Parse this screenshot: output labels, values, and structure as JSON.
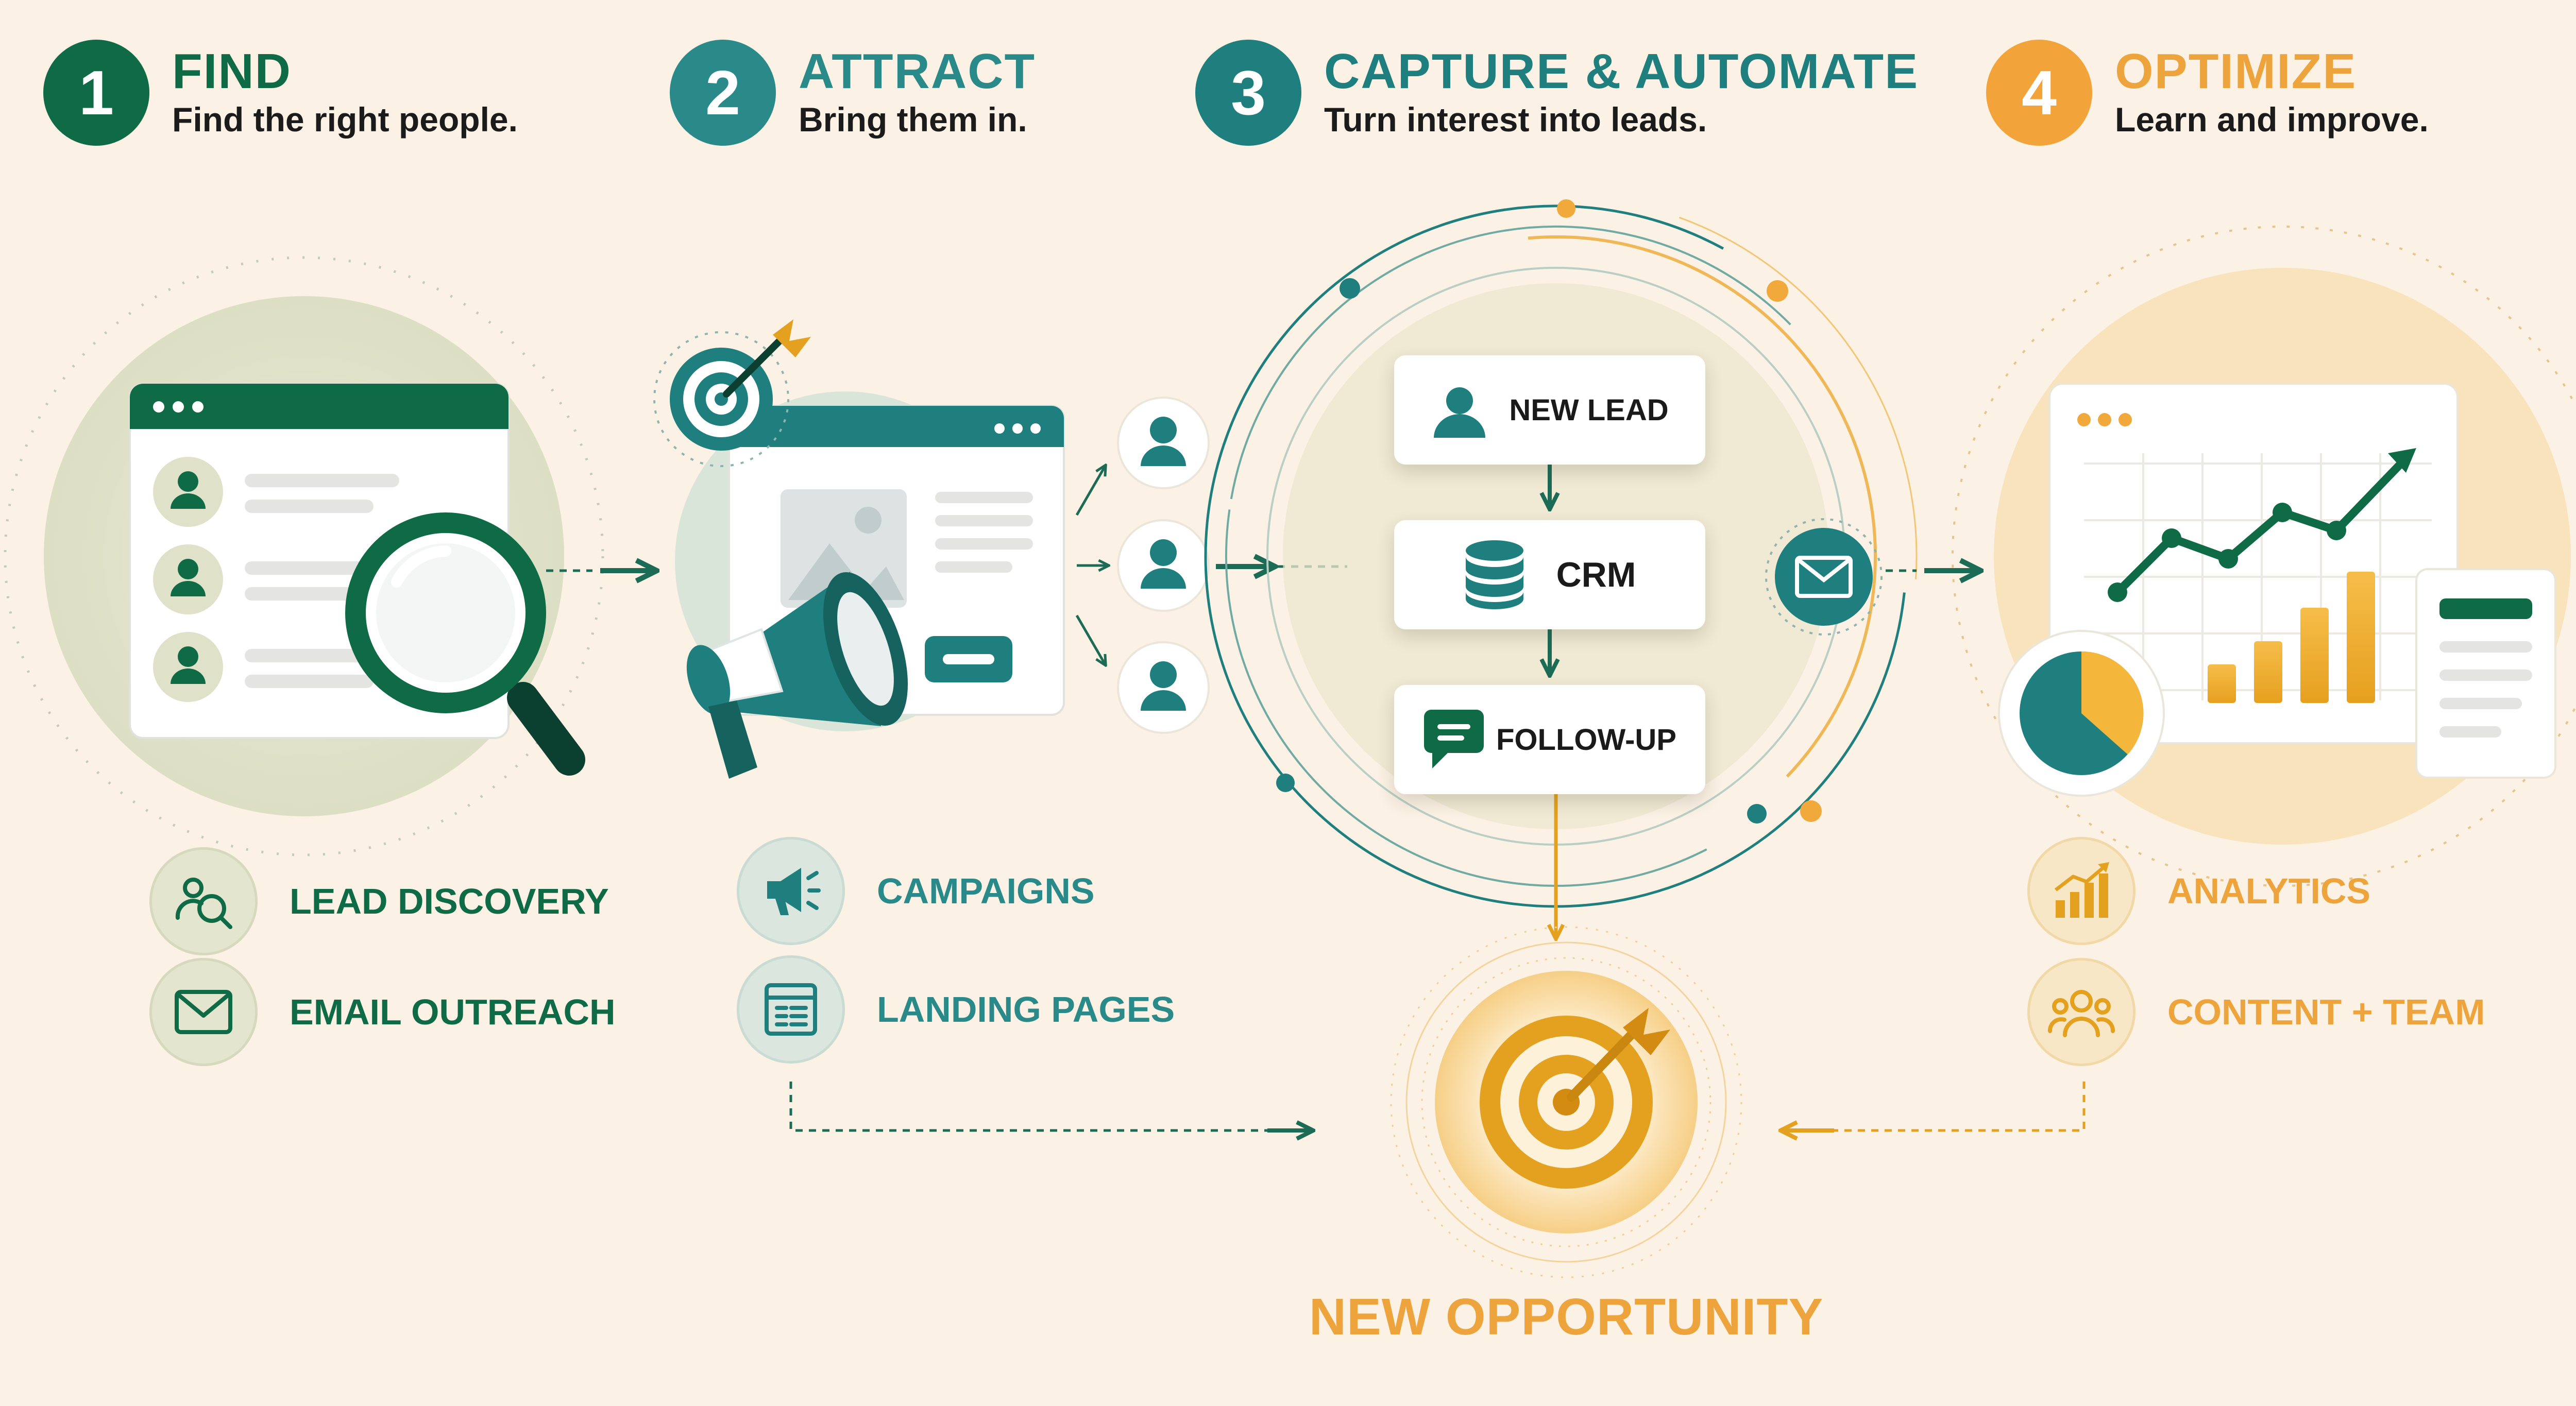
{
  "steps": [
    {
      "number": "1",
      "title": "FIND",
      "subtitle": "Find the right people."
    },
    {
      "number": "2",
      "title": "ATTRACT",
      "subtitle": "Bring them in."
    },
    {
      "number": "3",
      "title": "CAPTURE & AUTOMATE",
      "subtitle": "Turn interest into leads."
    },
    {
      "number": "4",
      "title": "OPTIMIZE",
      "subtitle": "Learn and improve."
    }
  ],
  "capture_flow": [
    {
      "label": "NEW LEAD",
      "icon": "user-icon"
    },
    {
      "label": "CRM",
      "icon": "database-icon"
    },
    {
      "label": "FOLLOW-UP",
      "icon": "chat-bubble-icon"
    }
  ],
  "features": {
    "find": [
      {
        "label": "LEAD DISCOVERY",
        "icon": "search-people-icon"
      },
      {
        "label": "EMAIL OUTREACH",
        "icon": "envelope-icon"
      }
    ],
    "attract": [
      {
        "label": "CAMPAIGNS",
        "icon": "megaphone-icon"
      },
      {
        "label": "LANDING PAGES",
        "icon": "web-page-icon"
      }
    ],
    "optimize": [
      {
        "label": "ANALYTICS",
        "icon": "bar-chart-icon"
      },
      {
        "label": "CONTENT + TEAM",
        "icon": "team-icon"
      }
    ]
  },
  "outcome": {
    "label": "NEW OPPORTUNITY",
    "icon": "target-icon"
  },
  "colors": {
    "background": "#fbf1e4",
    "dark_green": "#0f6b45",
    "teal": "#2a8a89",
    "deep_teal": "#1e7f7e",
    "orange": "#f2a43a",
    "gold": "#e3a11f"
  }
}
